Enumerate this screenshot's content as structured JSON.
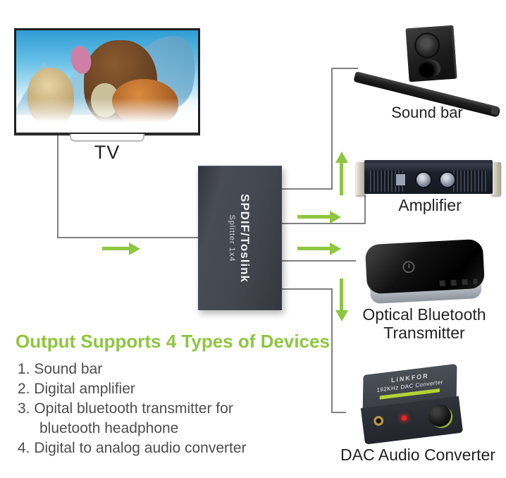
{
  "tv": {
    "label": "TV"
  },
  "splitter": {
    "name": "SPDIF/Toslink",
    "subtitle": "Splitter 1x4"
  },
  "outputs": {
    "soundbar_label": "Sound bar",
    "amplifier_label": "Amplifier",
    "bluetooth_label_line1": "Optical Bluetooth",
    "bluetooth_label_line2": "Transmitter",
    "dac_label": "DAC Audio Converter",
    "dac_brand": "LiNKFOR",
    "dac_model": "192KHz DAC Converter"
  },
  "info": {
    "heading": "Output Supports 4 Types of Devices",
    "items": [
      {
        "text": "1. Sound bar"
      },
      {
        "text": "2. Digital amplifier"
      },
      {
        "text": "3. Opital bluetooth transmitter for"
      },
      {
        "text": "bluetooth headphone",
        "indent": true
      },
      {
        "text": "4. Digital to analog audio converter"
      }
    ]
  },
  "colors": {
    "accent_green": "#8dc63f",
    "connector_gray": "#808080"
  }
}
